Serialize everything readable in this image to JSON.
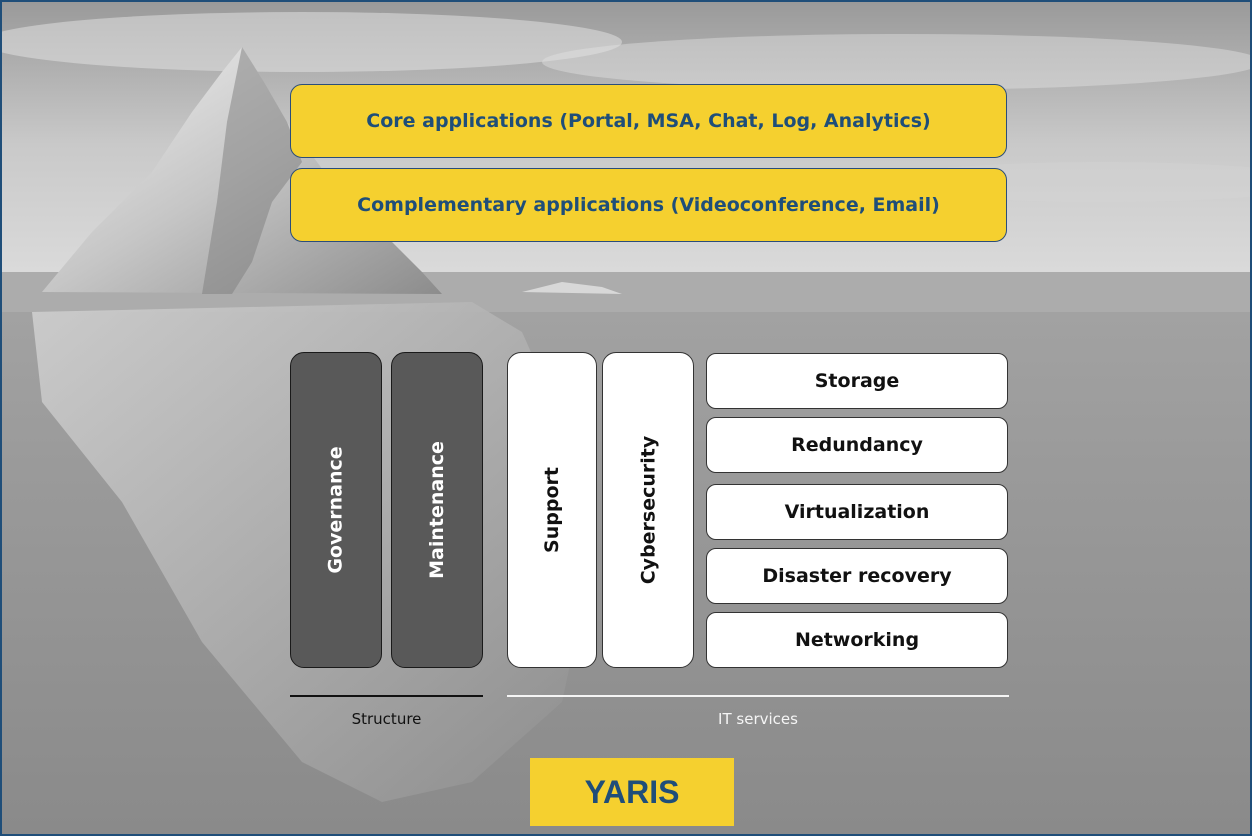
{
  "top_layers": [
    "Core applications (Portal, MSA, Chat, Log, Analytics)",
    "Complementary applications (Videoconference, Email)"
  ],
  "structure": {
    "items": [
      "Governance",
      "Maintenance"
    ],
    "label": "Structure"
  },
  "it_services": {
    "vertical_items": [
      "Support",
      "Cybersecurity"
    ],
    "stack_items": [
      "Storage",
      "Redundancy",
      "Virtualization",
      "Disaster recovery",
      "Networking"
    ],
    "label": "IT services"
  },
  "brand": "YARIS",
  "colors": {
    "accent_yellow": "#f5d02f",
    "text_blue": "#1f4e79",
    "structure_gray": "#595959",
    "frame_border": "#1f4e79"
  }
}
